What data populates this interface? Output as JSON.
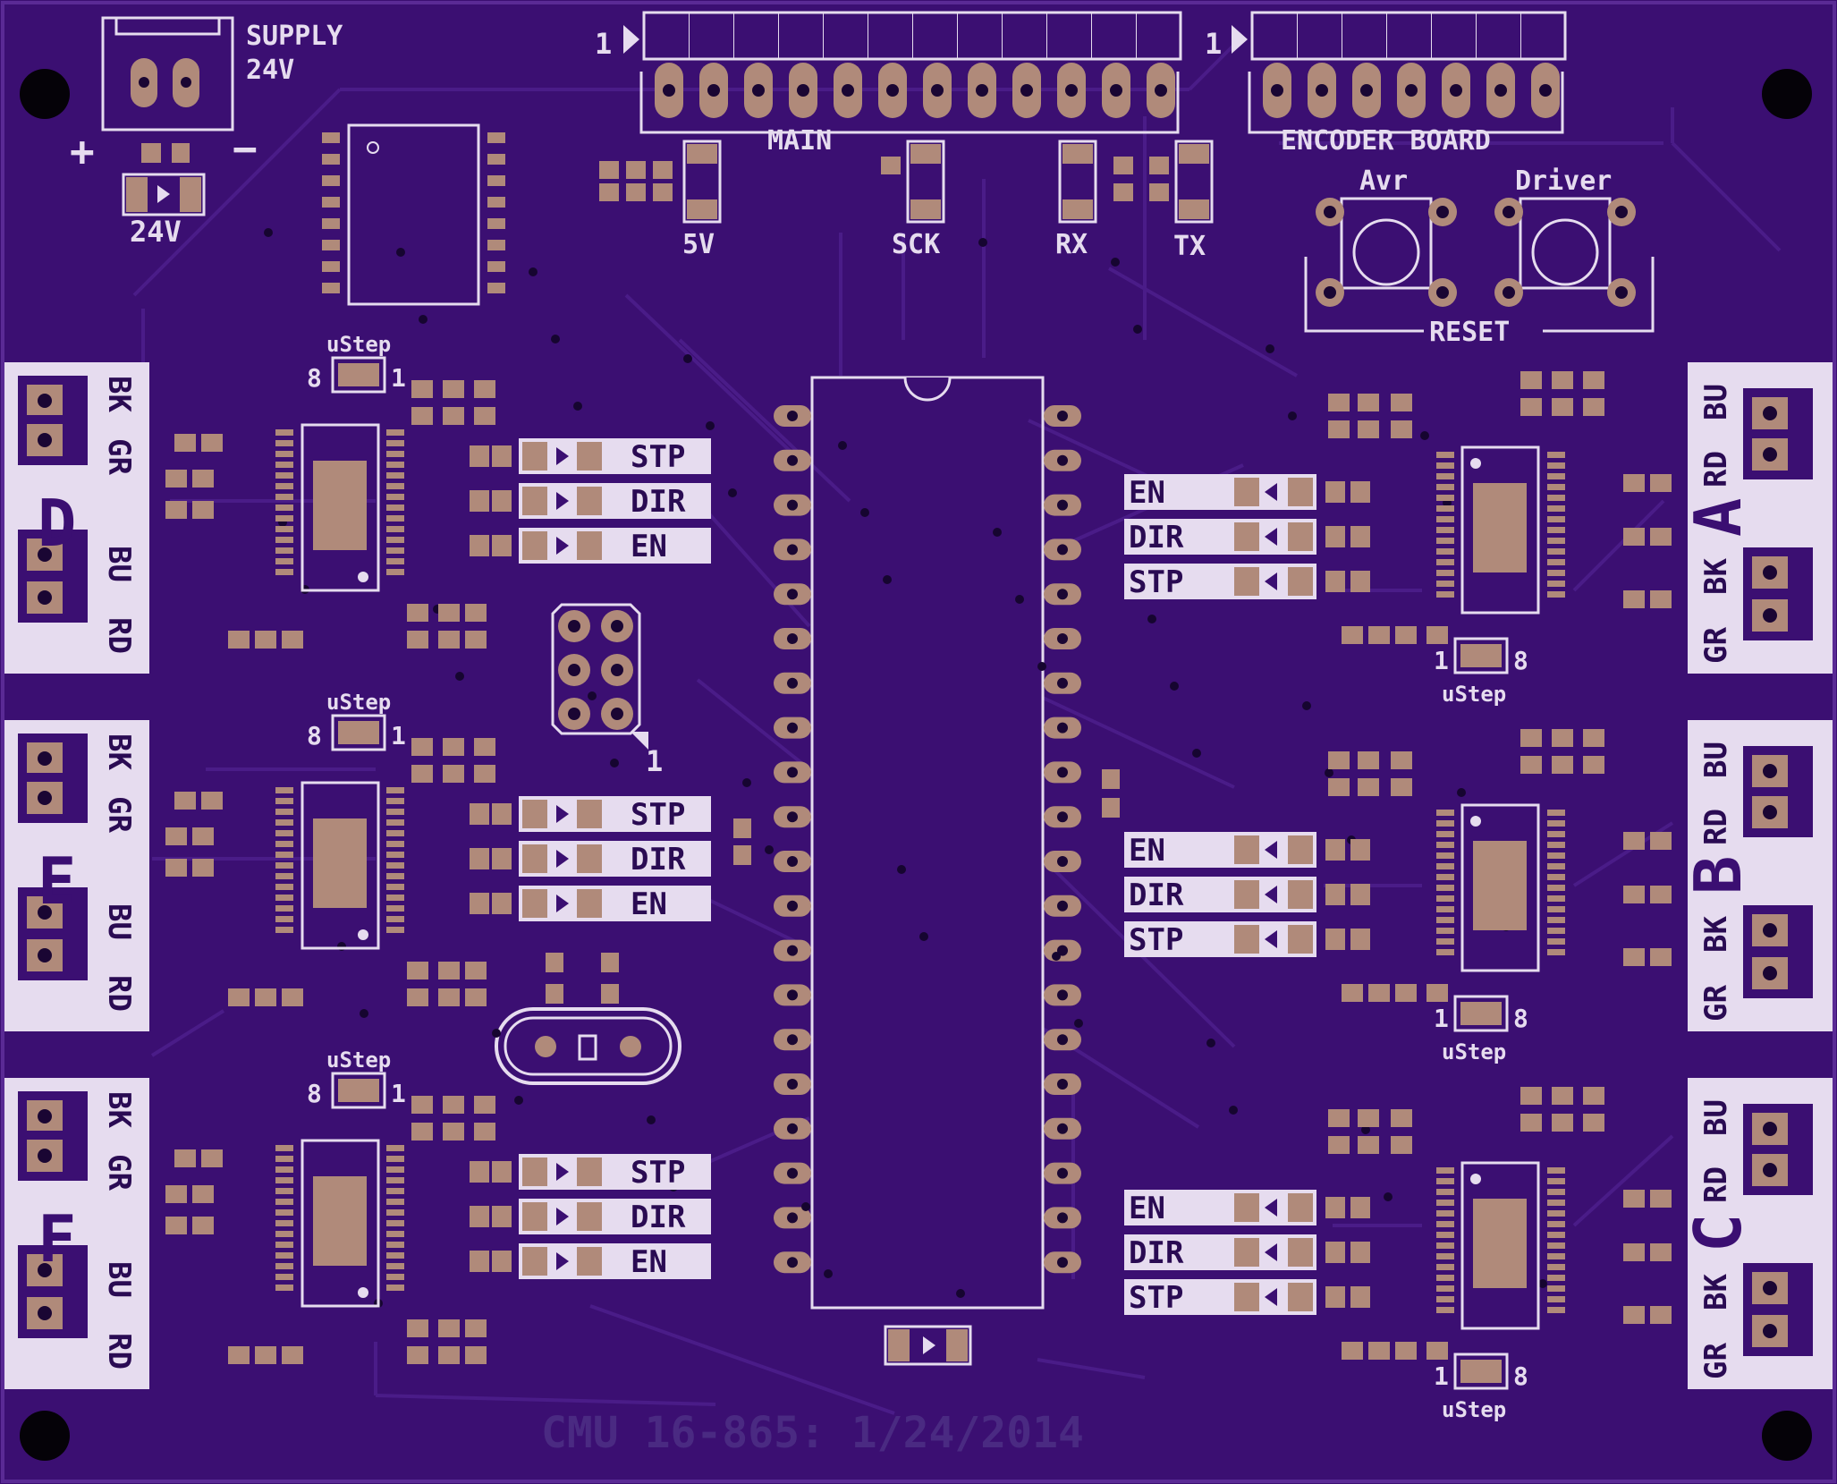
{
  "board": {
    "footer_text": "CMU 16-865:  1/24/2014",
    "colors": {
      "substrate": "#3b0f72",
      "silkscreen": "#e6dcef",
      "pad": "#b08a7a",
      "trace": "#4a1c88"
    }
  },
  "power": {
    "supply_label": "SUPPLY",
    "supply_voltage": "24V",
    "plus": "+",
    "minus": "−",
    "led_label": "24V"
  },
  "headers": {
    "main": {
      "label": "MAIN",
      "pin1": "1"
    },
    "encoder": {
      "label": "ENCODER BOARD",
      "pin1": "1"
    }
  },
  "status_leds": [
    "5V",
    "SCK",
    "RX",
    "TX"
  ],
  "buttons": {
    "avr": "Avr",
    "driver": "Driver",
    "reset": "RESET"
  },
  "isp_pin1": "1",
  "left_drivers": [
    {
      "letter": "D",
      "ustep": "uStep",
      "ustep_8": "8",
      "ustep_1": "1",
      "wires_top": [
        "BK",
        "GR"
      ],
      "wires_bottom": [
        "BU",
        "RD"
      ],
      "signals": [
        "STP",
        "DIR",
        "EN"
      ]
    },
    {
      "letter": "E",
      "ustep": "uStep",
      "ustep_8": "8",
      "ustep_1": "1",
      "wires_top": [
        "BK",
        "GR"
      ],
      "wires_bottom": [
        "BU",
        "RD"
      ],
      "signals": [
        "STP",
        "DIR",
        "EN"
      ]
    },
    {
      "letter": "F",
      "ustep": "uStep",
      "ustep_8": "8",
      "ustep_1": "1",
      "wires_top": [
        "BK",
        "GR"
      ],
      "wires_bottom": [
        "BU",
        "RD"
      ],
      "signals": [
        "STP",
        "DIR",
        "EN"
      ]
    }
  ],
  "right_drivers": [
    {
      "letter": "A",
      "ustep": "uStep",
      "ustep_8": "8",
      "ustep_1": "1",
      "wires_top": [
        "BU",
        "RD"
      ],
      "wires_bottom": [
        "BK",
        "GR"
      ],
      "signals": [
        "EN",
        "DIR",
        "STP"
      ]
    },
    {
      "letter": "B",
      "ustep": "uStep",
      "ustep_8": "8",
      "ustep_1": "1",
      "wires_top": [
        "BU",
        "RD"
      ],
      "wires_bottom": [
        "BK",
        "GR"
      ],
      "signals": [
        "EN",
        "DIR",
        "STP"
      ]
    },
    {
      "letter": "C",
      "ustep": "uStep",
      "ustep_8": "8",
      "ustep_1": "1",
      "wires_top": [
        "BU",
        "RD"
      ],
      "wires_bottom": [
        "BK",
        "GR"
      ],
      "signals": [
        "EN",
        "DIR",
        "STP"
      ]
    }
  ]
}
